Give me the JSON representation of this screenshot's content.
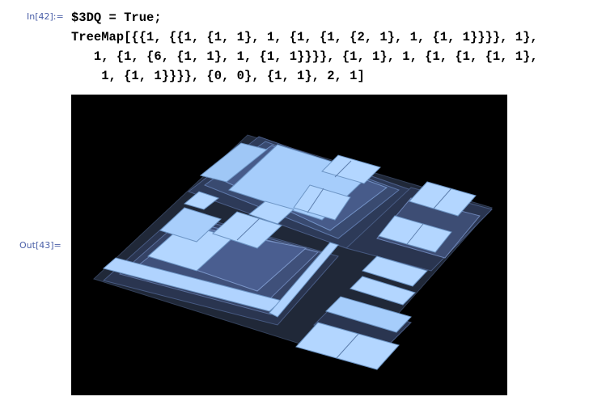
{
  "notebook": {
    "input_cell": {
      "label": "In[42]:=",
      "lines": [
        "$3DQ = True;",
        "TreeMap[{{1, {{1, {1, 1}, 1, {1, {1, {2, 1}, 1, {1, 1}}}}, 1},",
        "   1, {1, {6, {1, 1}, 1, {1, 1}}}}, {1, 1}, 1, {1, {1, {1, 1},",
        "    1, {1, 1}}}}, {0, 0}, {1, 1}, 2, 1]"
      ]
    },
    "output_cell": {
      "label": "Out[43]=",
      "graphic": "3D treemap rendering"
    }
  },
  "colors": {
    "label_blue": "#4a5fa8",
    "background": "#000000",
    "face_light": "#b3d6ff",
    "face_dark": "#1e2638"
  }
}
